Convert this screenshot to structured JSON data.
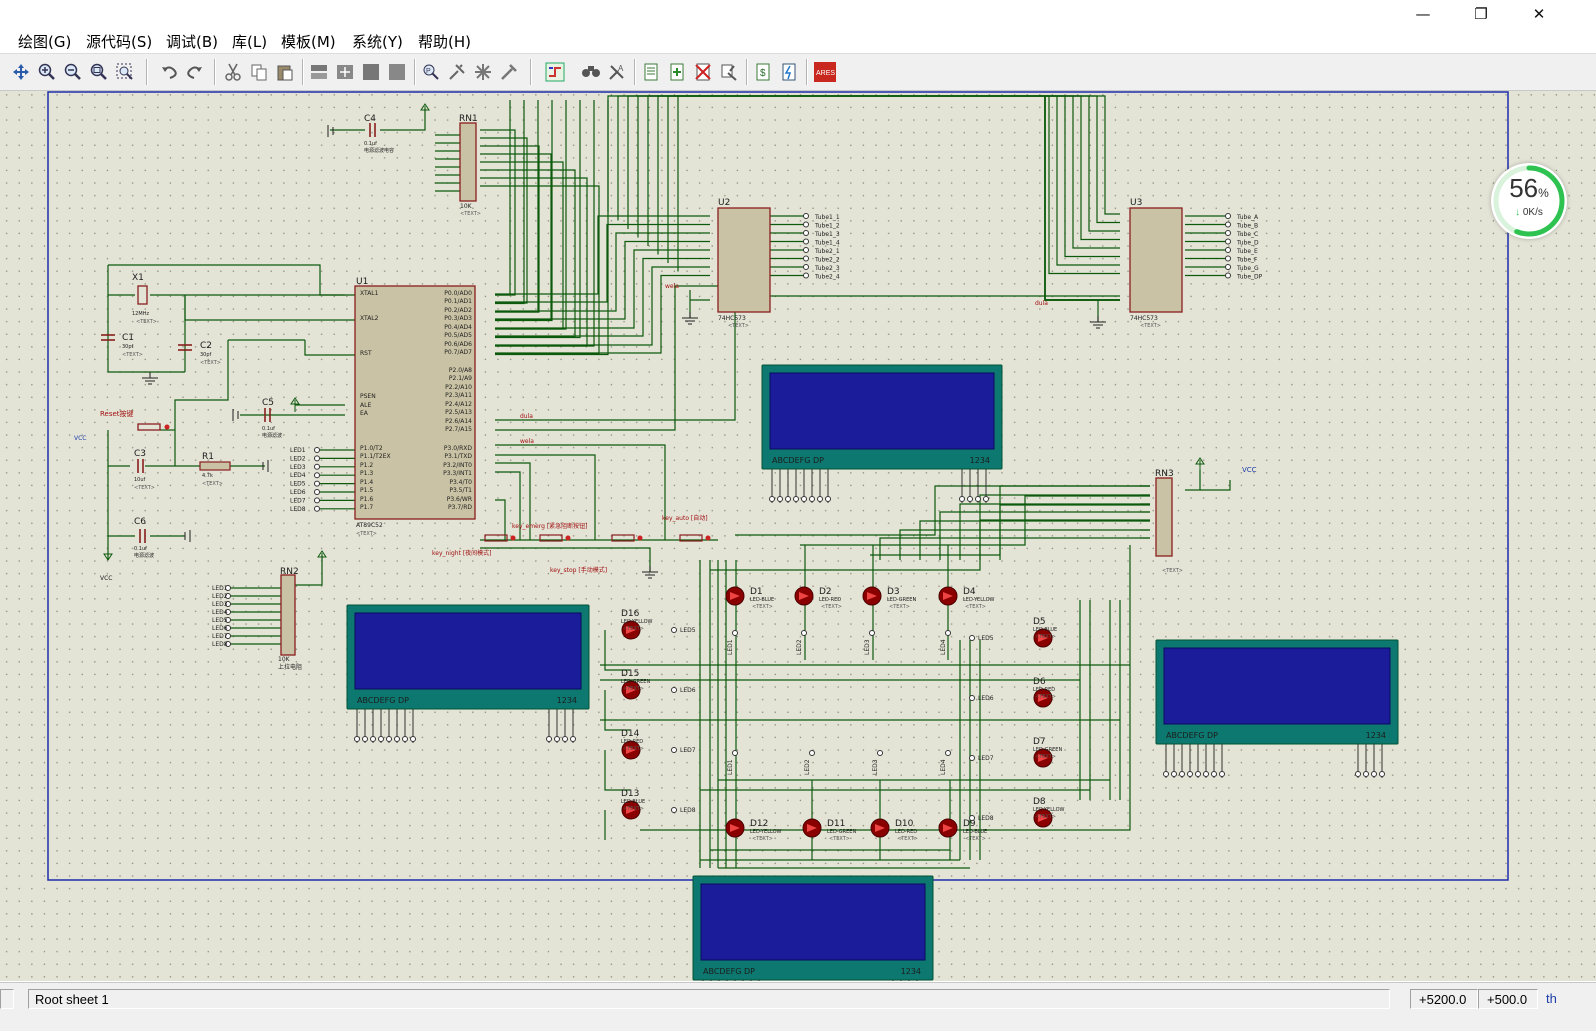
{
  "window": {
    "minimize": "—",
    "maximize": "❐",
    "close": "✕"
  },
  "menu": [
    {
      "label": "绘图(G)"
    },
    {
      "label": "源代码(S)"
    },
    {
      "label": "调试(B)"
    },
    {
      "label": "库(L)"
    },
    {
      "label": "模板(M)"
    },
    {
      "label": "系统(Y)"
    },
    {
      "label": "帮助(H)"
    }
  ],
  "toolbar": {
    "icons": [
      "pan-icon",
      "zoom-in-icon",
      "zoom-out-icon",
      "zoom-all-icon",
      "zoom-area-icon",
      "undo-icon",
      "redo-icon",
      "cut-icon",
      "copy-icon",
      "paste-icon",
      "block-copy-icon",
      "block-move-icon",
      "block-rotate-icon",
      "block-delete-icon",
      "pick-device-icon",
      "make-device-icon",
      "decompose-icon",
      "package-tool-icon",
      "wire-autoroute-icon",
      "search-icon",
      "property-tool-icon",
      "new-sheet-icon",
      "add-sheet-icon",
      "remove-sheet-icon",
      "zoom-to-child-icon",
      "bill-of-materials-icon",
      "electrical-check-icon"
    ],
    "ares_label": "ARES"
  },
  "schematic": {
    "components": {
      "U1": {
        "ref": "U1",
        "part": "AT89C52",
        "pins_left": [
          "XTAL1",
          "XTAL2",
          "RST",
          "PSEN",
          "ALE",
          "EA",
          "P1.0/T2",
          "P1.1/T2EX",
          "P1.2",
          "P1.3",
          "P1.4",
          "P1.5",
          "P1.6",
          "P1.7"
        ],
        "pins_right": [
          "P0.0/AD0",
          "P0.1/AD1",
          "P0.2/AD2",
          "P0.3/AD3",
          "P0.4/AD4",
          "P0.5/AD5",
          "P0.6/AD6",
          "P0.7/AD7",
          "P2.0/A8",
          "P2.1/A9",
          "P2.2/A10",
          "P2.3/A11",
          "P2.4/A12",
          "P2.5/A13",
          "P2.6/A14",
          "P2.7/A15",
          "P3.0/RXD",
          "P3.1/TXD",
          "P3.2/INT0",
          "P3.3/INT1",
          "P3.4/T0",
          "P3.5/T1",
          "P3.6/WR",
          "P3.7/RD"
        ]
      },
      "U2": {
        "ref": "U2",
        "part": "74HC573",
        "outputs": [
          "Tube1_1",
          "Tube1_2",
          "Tube1_3",
          "Tube1_4",
          "Tube2_1",
          "Tube2_2",
          "Tube2_3",
          "Tube2_4"
        ]
      },
      "U3": {
        "ref": "U3",
        "part": "74HC573",
        "outputs": [
          "Tube_A",
          "Tube_B",
          "Tube_C",
          "Tube_D",
          "Tube_E",
          "Tube_F",
          "Tube_G",
          "Tube_DP"
        ]
      },
      "RN1": {
        "ref": "RN1",
        "value": "10K"
      },
      "RN2": {
        "ref": "RN2",
        "value": "10K",
        "desc": "上拉电阻"
      },
      "RN3": {
        "ref": "RN3"
      },
      "C1": {
        "ref": "C1",
        "value": "30pf"
      },
      "C2": {
        "ref": "C2",
        "value": "30pf"
      },
      "C3": {
        "ref": "C3",
        "value": "10uf"
      },
      "C4": {
        "ref": "C4",
        "value": "0.1uf",
        "desc": "电源滤波电容"
      },
      "C5": {
        "ref": "C5",
        "value": "0.1uf",
        "desc": "电源滤波"
      },
      "C6": {
        "ref": "C6",
        "value": "0.1uf",
        "desc": "电源滤波"
      },
      "X1": {
        "ref": "X1",
        "value": "12MHz"
      },
      "R1": {
        "ref": "R1",
        "value": "4.7k"
      }
    },
    "text_placeholder": "<TEXT>",
    "reset_label": "Reset按键",
    "buttons": [
      "key_emerg [紧急阻断按钮]",
      "key_auto [自动]",
      "key_night [夜间模式]",
      "key_stop [手动模式]"
    ],
    "leds": [
      {
        "ref": "D1",
        "color": "LED-BLUE"
      },
      {
        "ref": "D2",
        "color": "LED-RED"
      },
      {
        "ref": "D3",
        "color": "LED-GREEN"
      },
      {
        "ref": "D4",
        "color": "LED-YELLOW"
      },
      {
        "ref": "D5",
        "color": "LED-BLUE"
      },
      {
        "ref": "D6",
        "color": "LED-RED"
      },
      {
        "ref": "D7",
        "color": "LED-GREEN"
      },
      {
        "ref": "D8",
        "color": "LED-YELLOW"
      },
      {
        "ref": "D9",
        "color": "LED-BLUE"
      },
      {
        "ref": "D10",
        "color": "LED-RED"
      },
      {
        "ref": "D11",
        "color": "LED-GREEN"
      },
      {
        "ref": "D12",
        "color": "LED-YELLOW"
      },
      {
        "ref": "D13",
        "color": "LED-BLUE"
      },
      {
        "ref": "D14",
        "color": "LED-RED"
      },
      {
        "ref": "D15",
        "color": "LED-GREEN"
      },
      {
        "ref": "D16",
        "color": "LED-YELLOW"
      }
    ],
    "led_nets": [
      "LED1",
      "LED2",
      "LED3",
      "LED4",
      "LED5",
      "LED6",
      "LED7",
      "LED8"
    ],
    "net_labels": {
      "dula": "dula",
      "wela": "wela",
      "vcc": "VCC"
    },
    "display_segments": "ABCDEFG DP",
    "display_digits": "1234"
  },
  "net_widget": {
    "percent": "56",
    "unit": "%",
    "speed": "0K/s",
    "progress": 0.56
  },
  "status": {
    "sheet": "Root sheet 1",
    "x": "+5200.0",
    "y": "+500.0",
    "unit": "th"
  }
}
